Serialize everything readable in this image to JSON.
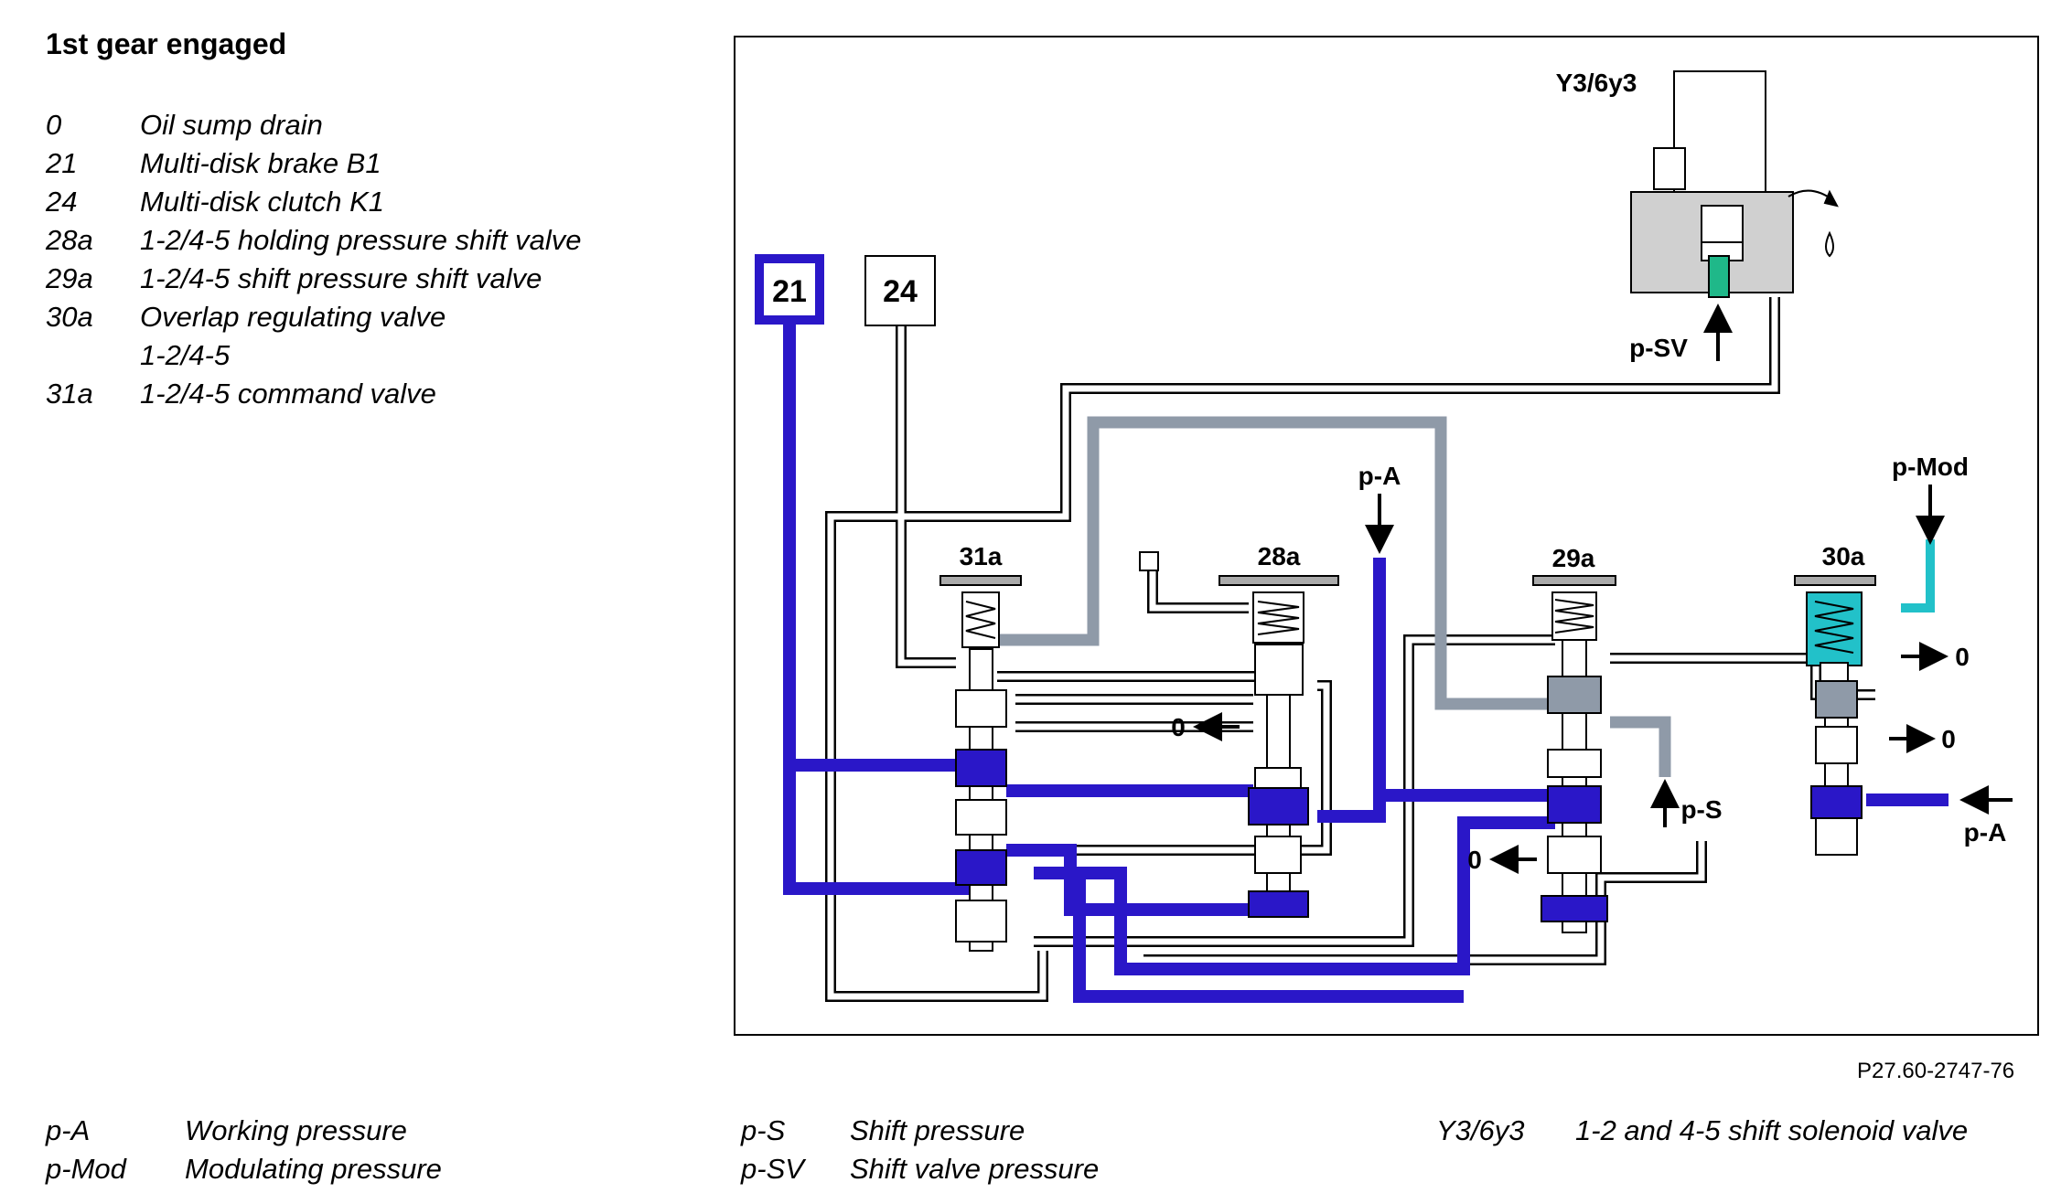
{
  "title": "1st gear engaged",
  "legend": [
    {
      "code": "0",
      "text": "Oil sump drain"
    },
    {
      "code": "21",
      "text": "Multi-disk brake B1"
    },
    {
      "code": "24",
      "text": "Multi-disk clutch K1"
    },
    {
      "code": "28a",
      "text": "1-2/4-5 holding pressure shift valve"
    },
    {
      "code": "29a",
      "text": "1-2/4-5 shift pressure shift valve"
    },
    {
      "code": "30a",
      "text": "Overlap regulating valve"
    },
    {
      "code": "",
      "text": "1-2/4-5"
    },
    {
      "code": "31a",
      "text": "1-2/4-5 command valve"
    }
  ],
  "diagram": {
    "labels": {
      "box21": "21",
      "box24": "24",
      "solenoid": "Y3/6y3",
      "psv": "p-SV",
      "v31a": "31a",
      "v28a": "28a",
      "v29a": "29a",
      "v30a": "30a",
      "pa_top": "p-A",
      "pmod": "p-Mod",
      "ps": "p-S",
      "pa_right": "p-A",
      "drain": "0"
    },
    "colors": {
      "working_pressure": "#2a17c8",
      "shift_pressure": "#8f9aa8",
      "modulating_pressure": "#22c1c9",
      "shift_valve_pressure": "#1fb889",
      "line": "#000000"
    }
  },
  "reference": "P27.60-2747-76",
  "footer": {
    "col1": [
      {
        "code": "p-A",
        "text": "Working pressure"
      },
      {
        "code": "p-Mod",
        "text": "Modulating pressure"
      }
    ],
    "col2": [
      {
        "code": "p-S",
        "text": "Shift pressure"
      },
      {
        "code": "p-SV",
        "text": "Shift valve pressure"
      }
    ],
    "col3": [
      {
        "code": "Y3/6y3",
        "text": "1-2 and 4-5 shift solenoid valve"
      }
    ]
  }
}
